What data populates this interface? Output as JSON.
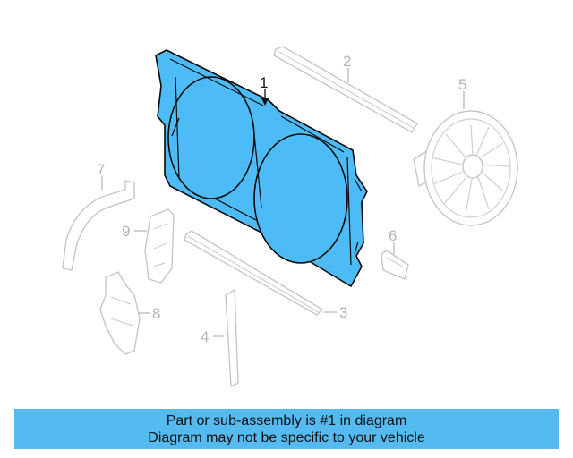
{
  "colors": {
    "highlight_fill": "#4dbbf5",
    "highlight_stroke": "#0a0a0a",
    "part_line": "#c6c6c6",
    "caption_bar": "#55baf0"
  },
  "callouts": {
    "c1": "1",
    "c2": "2",
    "c3": "3",
    "c4": "4",
    "c5": "5",
    "c6": "6",
    "c7": "7",
    "c8": "8",
    "c9": "9"
  },
  "caption": {
    "line1": "Part or sub-assembly is #1 in diagram",
    "line2": "Diagram may not be specific to your vehicle"
  }
}
